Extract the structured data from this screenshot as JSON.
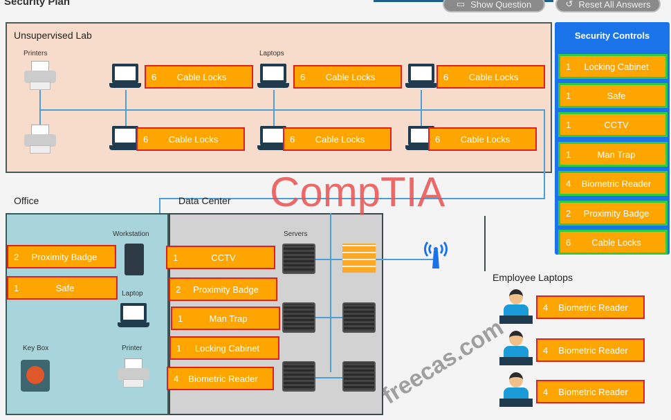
{
  "header": {
    "title": "Security Plan",
    "show_question": "Show Question",
    "reset_all": "Reset All Answers"
  },
  "unsupervised_lab": {
    "label": "Unsupervised Lab",
    "printers_label": "Printers",
    "laptops_label": "Laptops",
    "assignments": [
      {
        "count": "6",
        "control": "Cable Locks"
      },
      {
        "count": "6",
        "control": "Cable Locks"
      },
      {
        "count": "6",
        "control": "Cable Locks"
      },
      {
        "count": "6",
        "control": "Cable Locks"
      },
      {
        "count": "6",
        "control": "Cable Locks"
      },
      {
        "count": "6",
        "control": "Cable Locks"
      }
    ]
  },
  "security_controls": {
    "title": "Security Controls",
    "items": [
      {
        "count": "1",
        "label": "Locking Cabinet"
      },
      {
        "count": "1",
        "label": "Safe"
      },
      {
        "count": "1",
        "label": "CCTV"
      },
      {
        "count": "1",
        "label": "Man Trap"
      },
      {
        "count": "4",
        "label": "Biometric Reader"
      },
      {
        "count": "2",
        "label": "Proximity Badge"
      },
      {
        "count": "6",
        "label": "Cable Locks"
      }
    ]
  },
  "office": {
    "label": "Office",
    "workstation_label": "Workstation",
    "laptop_label": "Laptop",
    "printer_label": "Printer",
    "keybox_label": "Key Box",
    "assignments": [
      {
        "count": "2",
        "control": "Proximity Badge"
      },
      {
        "count": "1",
        "control": "Safe"
      }
    ]
  },
  "data_center": {
    "label": "Data Center",
    "servers_label": "Servers",
    "assignments": [
      {
        "count": "1",
        "control": "CCTV"
      },
      {
        "count": "2",
        "control": "Proximity Badge"
      },
      {
        "count": "1",
        "control": "Man Trap"
      },
      {
        "count": "1",
        "control": "Locking Cabinet"
      },
      {
        "count": "4",
        "control": "Biometric Reader"
      }
    ]
  },
  "employee_laptops": {
    "label": "Employee Laptops",
    "assignments": [
      {
        "count": "4",
        "control": "Biometric Reader"
      },
      {
        "count": "4",
        "control": "Biometric Reader"
      },
      {
        "count": "4",
        "control": "Biometric Reader"
      }
    ]
  },
  "watermarks": {
    "site": "freecas.com",
    "brand": "CompTIA"
  },
  "colors": {
    "control_fill": "#ffa500",
    "box_border": "#e02020",
    "controls_border": "#2ecc40",
    "controls_header": "#1a73e8",
    "lab_bg": "#f8dccb",
    "office_bg": "#a8d4dc",
    "dc_bg": "#d2d2d2"
  }
}
